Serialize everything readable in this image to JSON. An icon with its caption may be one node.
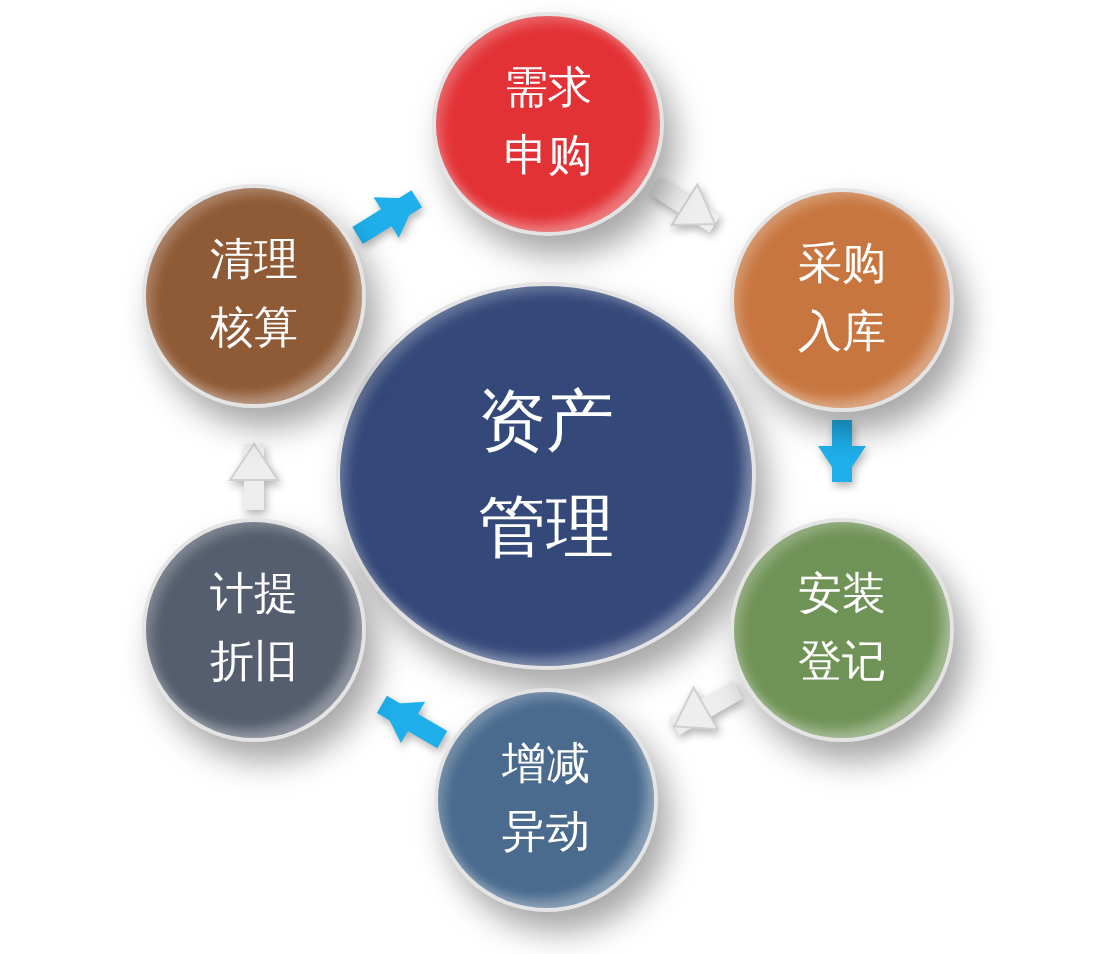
{
  "diagram": {
    "nodes": [
      {
        "text": [
          "资产管理"
        ]
      },
      {
        "text": [
          "需求申购"
        ]
      },
      {
        "text": [
          "采购入库"
        ]
      },
      {
        "text": [
          "安装登记"
        ]
      },
      {
        "text": [
          "增减异动"
        ]
      },
      {
        "text": [
          "计提折旧"
        ]
      },
      {
        "text": [
          "清理核算"
        ]
      }
    ],
    "edges": [
      {
        "from": 1,
        "to": 2,
        "arrow": "to",
        "color": "#eeeeee"
      },
      {
        "from": 2,
        "to": 3,
        "arrow": "to",
        "color": "#1fb0ec"
      },
      {
        "from": 3,
        "to": 4,
        "arrow": "to",
        "color": "#eeeeee"
      },
      {
        "from": 4,
        "to": 5,
        "arrow": "to",
        "color": "#1fb0ec"
      },
      {
        "from": 5,
        "to": 6,
        "arrow": "to",
        "color": "#eeeeee"
      },
      {
        "from": 6,
        "to": 1,
        "arrow": "to",
        "color": "#1fb0ec"
      }
    ]
  }
}
